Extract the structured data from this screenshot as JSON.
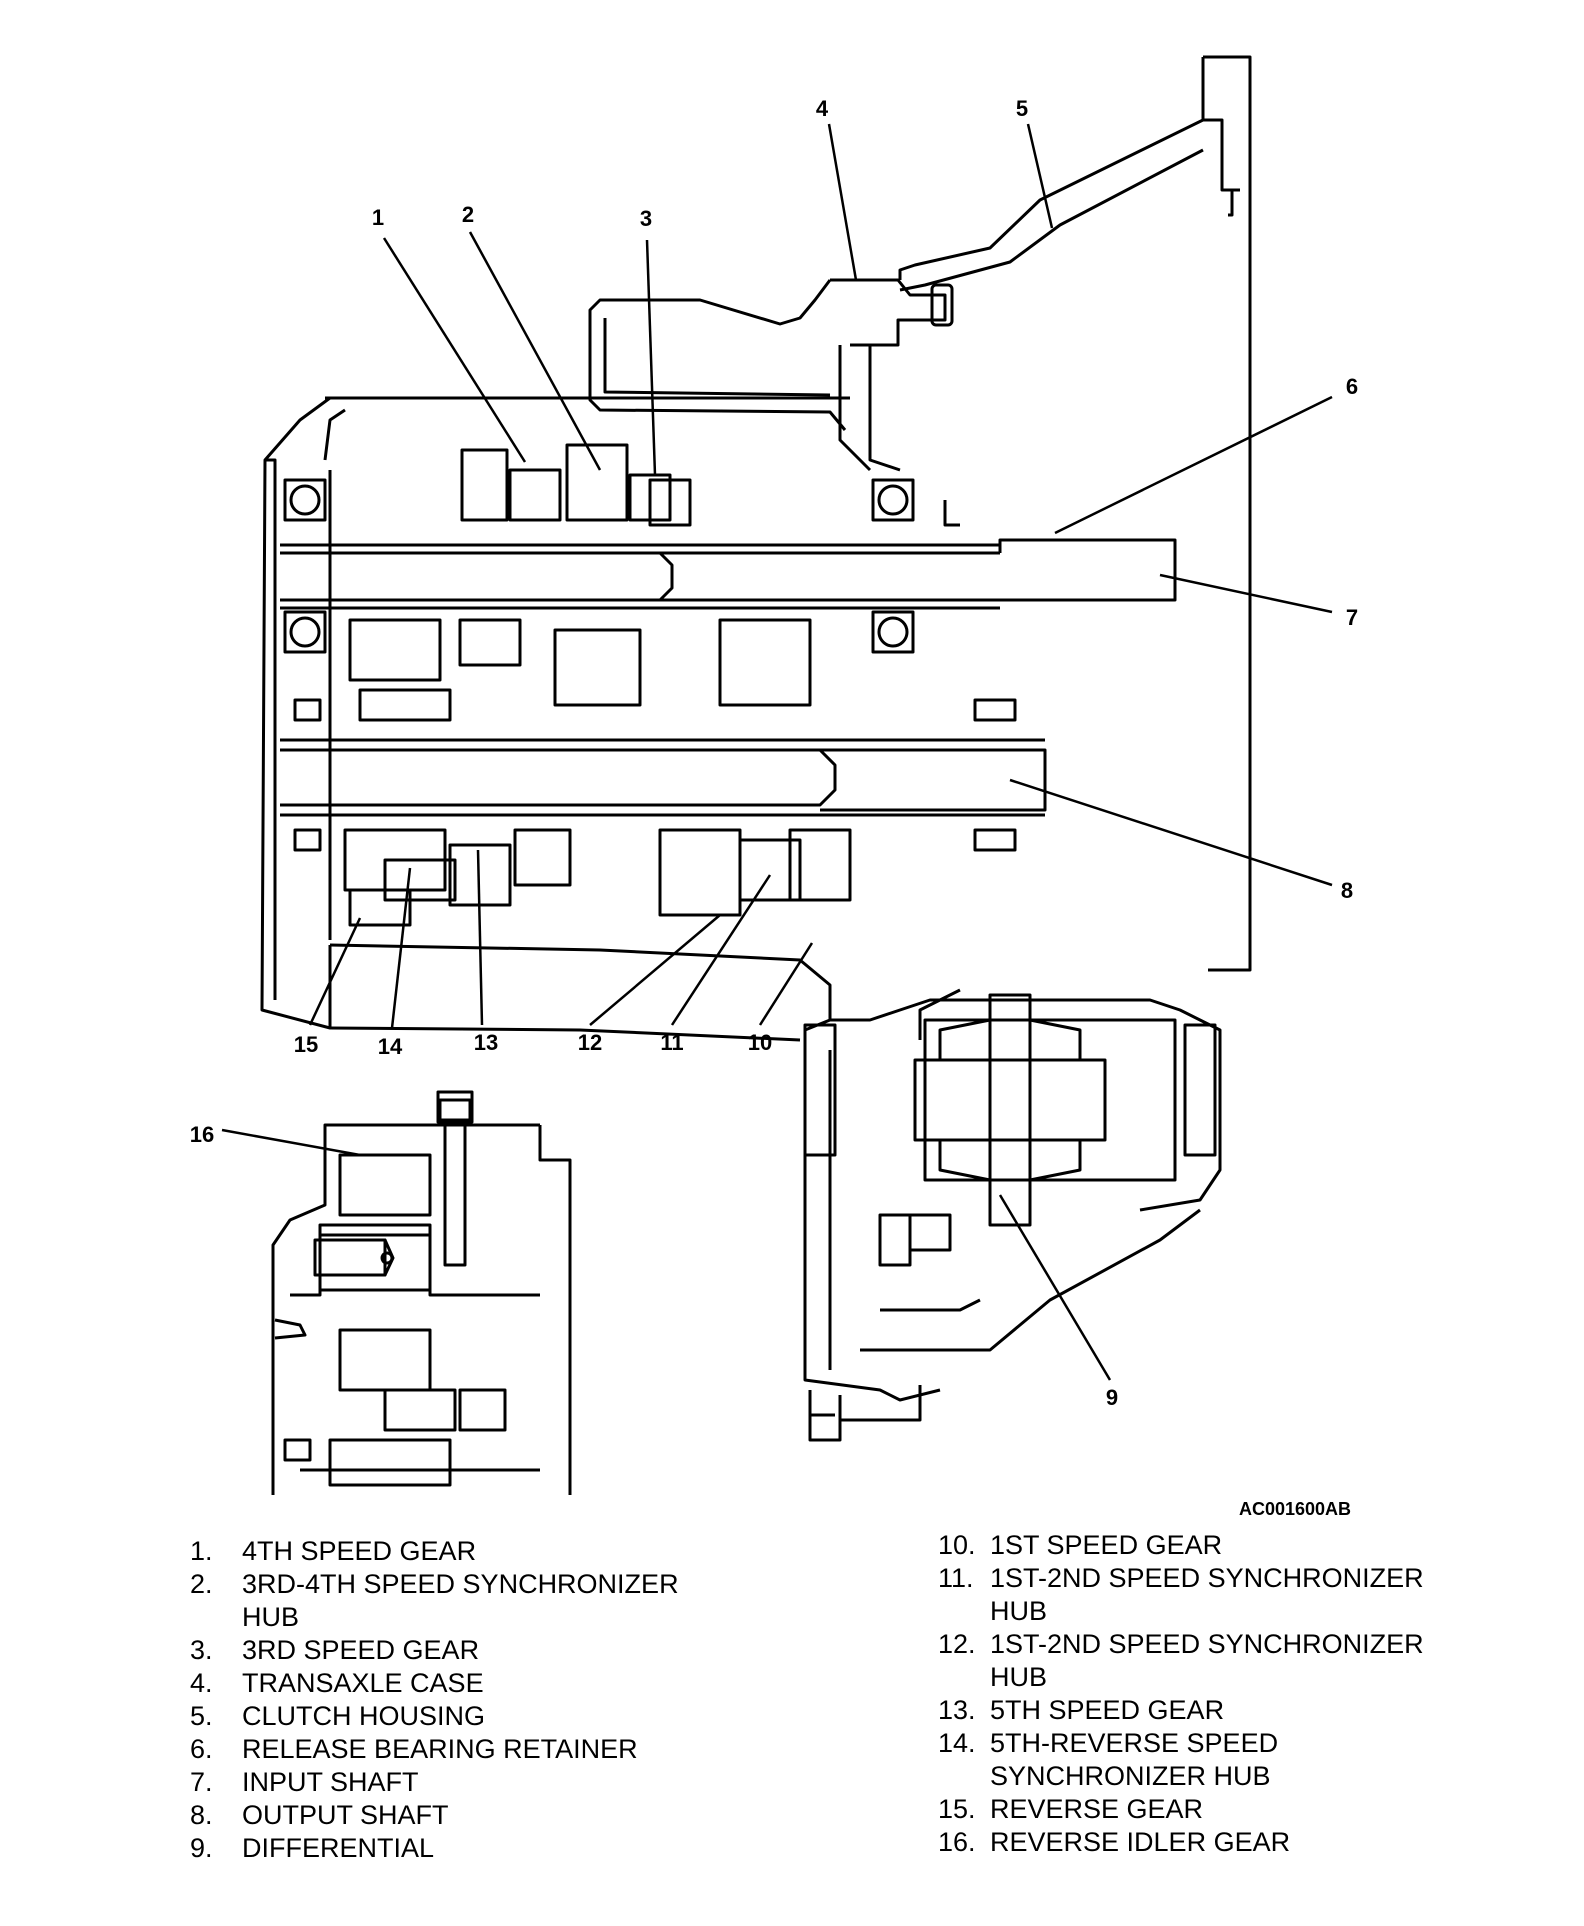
{
  "figure_code": "AC001600AB",
  "callouts": [
    "1",
    "2",
    "3",
    "4",
    "5",
    "6",
    "7",
    "8",
    "9",
    "10",
    "11",
    "12",
    "13",
    "14",
    "15",
    "16"
  ],
  "legend": [
    {
      "num": "1.",
      "text": "4TH SPEED GEAR"
    },
    {
      "num": "2.",
      "text": "3RD-4TH SPEED SYNCHRONIZER HUB"
    },
    {
      "num": "3.",
      "text": "3RD SPEED GEAR"
    },
    {
      "num": "4.",
      "text": "TRANSAXLE CASE"
    },
    {
      "num": "5.",
      "text": "CLUTCH HOUSING"
    },
    {
      "num": "6.",
      "text": "RELEASE BEARING RETAINER"
    },
    {
      "num": "7.",
      "text": "INPUT SHAFT"
    },
    {
      "num": "8.",
      "text": "OUTPUT SHAFT"
    },
    {
      "num": "9.",
      "text": "DIFFERENTIAL"
    },
    {
      "num": "10.",
      "text": "1ST SPEED GEAR"
    },
    {
      "num": "11.",
      "text": "1ST-2ND SPEED SYNCHRONIZER HUB"
    },
    {
      "num": "12.",
      "text": "1ST-2ND SPEED SYNCHRONIZER HUB"
    },
    {
      "num": "13.",
      "text": "5TH SPEED GEAR"
    },
    {
      "num": "14.",
      "text": "5TH-REVERSE SPEED SYNCHRONIZER HUB"
    },
    {
      "num": "15.",
      "text": "REVERSE GEAR"
    },
    {
      "num": "16.",
      "text": "REVERSE IDLER GEAR"
    }
  ]
}
